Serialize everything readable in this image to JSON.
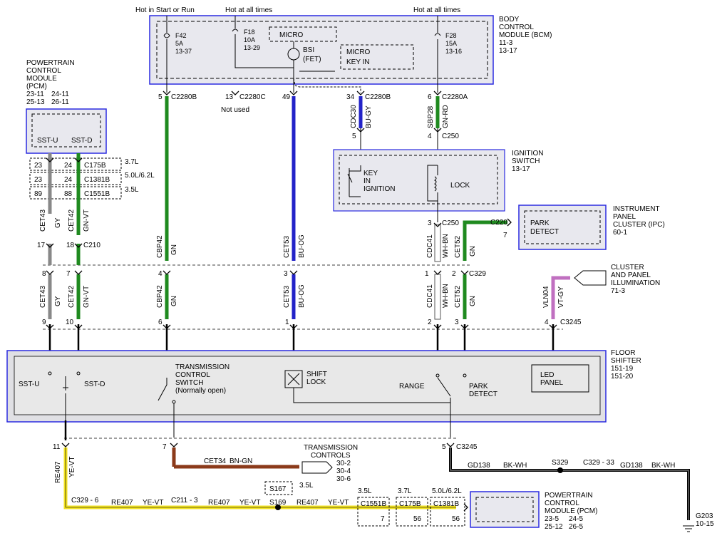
{
  "colors": {
    "module_border": "#2a2ae0",
    "module_fill": "#ececf4",
    "module_fill_dark": "#e4e4e4",
    "gn": "#1f8a1f",
    "blue": "#2323c8",
    "gray": "#9a9a9a",
    "yellow": "#f0e020",
    "brown": "#8b3a1a",
    "violet": "#c070c0",
    "black": "#000000"
  },
  "headers": {
    "hot_start_run": "Hot in Start or Run",
    "hot_always_1": "Hot at all times",
    "hot_always_2": "Hot at all times"
  },
  "bcm": {
    "title": [
      "BODY",
      "CONTROL",
      "MODULE (BCM)",
      "11-3",
      "13-17"
    ],
    "f42": [
      "F42",
      "5A",
      "13-37"
    ],
    "f18": [
      "F18",
      "10A",
      "13-29"
    ],
    "f28": [
      "F28",
      "15A",
      "13-16"
    ],
    "micro1": "MICRO",
    "bsi": [
      "BSI",
      "(FET)"
    ],
    "micro2": [
      "MICRO",
      "KEY IN"
    ],
    "pins": {
      "p5": "5",
      "c1": "C2280B",
      "p13": "13",
      "c2": "C2280C",
      "not_used": "Not used",
      "p49": "49",
      "p34": "34",
      "c3": "C2280B",
      "p6": "6",
      "c4": "C2280A"
    }
  },
  "pcm_top": {
    "title": [
      "POWERTRAIN",
      "CONTROL",
      "MODULE",
      "(PCM)"
    ],
    "refs": [
      "23-11",
      "24-11",
      "25-13",
      "26-11"
    ],
    "sst_u": "SST-U",
    "sst_d": "SST-D",
    "conn_rows": [
      {
        "a": "23",
        "b": "24",
        "c": "C175B",
        "v": "3.7L"
      },
      {
        "a": "23",
        "b": "24",
        "c": "C1381B",
        "v": "5.0L/6.2L"
      },
      {
        "a": "89",
        "b": "88",
        "c": "C1551B",
        "v": "3.5L"
      }
    ]
  },
  "wires": {
    "cet43": "CET43",
    "gy": "GY",
    "cet42": "CET42",
    "gnvt": "GN-VT",
    "cbp42": "CBP42",
    "gn": "GN",
    "cet53": "CET53",
    "buog": "BU-OG",
    "cdc30": "CDC30",
    "bugy": "BU-GY",
    "sbp28": "SBP28",
    "gnrd": "GN-RD",
    "cdc41": "CDC41",
    "whbn": "WH-BN",
    "cet52": "CET52",
    "vln04": "VLN04",
    "vtgy": "VT-GY",
    "re407": "RE407",
    "yevt": "YE-VT",
    "cet34": "CET34",
    "bngn": "BN-GN",
    "gd138": "GD138",
    "bkwh": "BK-WH"
  },
  "connectors": {
    "c250": "C250",
    "p4": "4",
    "p5": "5",
    "c210": "C210",
    "p17": "17",
    "p18": "18",
    "c329": "C329",
    "c3245": "C3245",
    "c220": "C220",
    "p7": "7",
    "p3": "3",
    "p2": "2",
    "p1": "1",
    "p8": "8",
    "p9": "9",
    "p10": "10",
    "p6": "6",
    "p11": "11"
  },
  "ignition": {
    "title": [
      "IGNITION",
      "SWITCH",
      "13-17"
    ],
    "key": [
      "KEY",
      "IN",
      "IGNITION"
    ],
    "lock": "LOCK"
  },
  "ipc": {
    "title": [
      "INSTRUMENT",
      "PANEL",
      "CLUSTER (IPC)",
      "60-1"
    ],
    "park": [
      "PARK",
      "DETECT"
    ]
  },
  "illum": {
    "title": [
      "CLUSTER",
      "AND PANEL",
      "ILLUMINATION",
      "71-3"
    ]
  },
  "shifter": {
    "title": [
      "FLOOR",
      "SHIFTER",
      "151-19",
      "151-20"
    ],
    "sst_u": "SST-U",
    "sst_d": "SST-D",
    "tcs": [
      "TRANSMISSION",
      "CONTROL",
      "SWITCH",
      "(Normally open)"
    ],
    "shift_lock": [
      "SHIFT",
      "LOCK"
    ],
    "range": "RANGE",
    "park": [
      "PARK",
      "DETECT"
    ],
    "led": [
      "LED",
      "PANEL"
    ]
  },
  "bottom": {
    "trans_controls": [
      "TRANSMISSION",
      "CONTROLS"
    ],
    "tc_refs": [
      "30-2",
      "30-4",
      "30-6"
    ],
    "c329_6": "C329 - 6",
    "c211_3": "C211 - 3",
    "s169": "S169",
    "s167": "S167",
    "v35": "3.5L",
    "c329_33": "C329 - 33",
    "s329": "S329",
    "g203": [
      "G203",
      "10-15"
    ],
    "pcm2": [
      "POWERTRAIN",
      "CONTROL",
      "MODULE (PCM)"
    ],
    "pcm2_refs": [
      "23-5",
      "24-5",
      "25-12",
      "26-5"
    ],
    "conn": [
      {
        "v": "3.5L",
        "c": "C1551B",
        "p": "7"
      },
      {
        "v": "3.7L",
        "c": "C175B",
        "p": "56"
      },
      {
        "v": "5.0L/6.2L",
        "c": "C1381B",
        "p": "56"
      }
    ]
  }
}
